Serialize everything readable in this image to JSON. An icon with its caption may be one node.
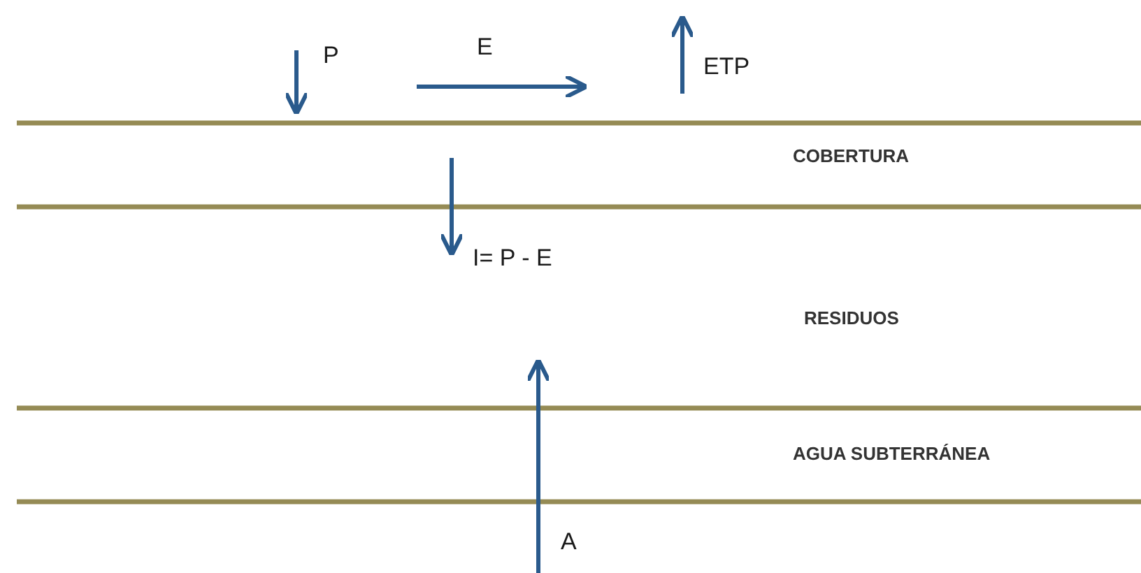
{
  "diagram": {
    "labels": [
      "P",
      "E",
      "ETP",
      "COBERTURA",
      "I= P - E",
      "RESIDUOS",
      "AGUA SUBTERRÁNEA",
      "A"
    ]
  }
}
